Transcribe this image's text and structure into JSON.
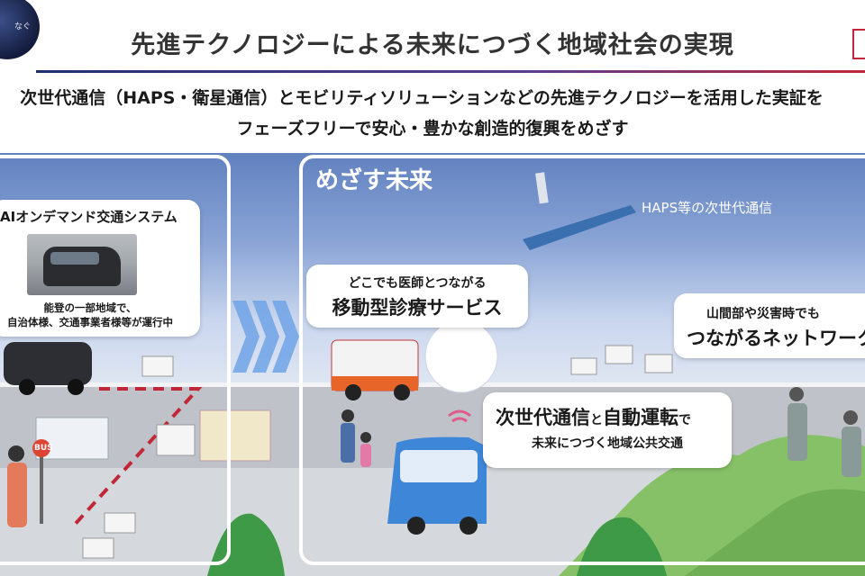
{
  "header": {
    "title": "先進テクノロジーによる未来につづく地域社会の実現",
    "globe_caption": "なぐ",
    "accent_colors": {
      "navy": "#1f2f6e",
      "purple": "#5a3c8a",
      "red": "#c0283a"
    }
  },
  "subtitle": {
    "line1": "次世代通信（HAPS・衛星通信）とモビリティソリューションなどの先進テクノロジーを活用した実証を",
    "line2": "フェーズフリーで安心・豊かな創造的復興をめざす"
  },
  "left_panel": {
    "bubble_title": "AIオンデマンド交通システム",
    "note_line1": "能登の一部地域で、",
    "note_line2": "自治体様、交通事業者様等が運行中",
    "bus_stop_label": "BUS"
  },
  "right_panel": {
    "title": "めざす未来",
    "haps_label": "HAPS等の次世代通信",
    "medical": {
      "line1": "どこでも医師とつながる",
      "line2": "移動型診療サービス"
    },
    "network": {
      "line1": "山間部や災害時でも",
      "line2": "つながるネットワーク"
    },
    "transport": {
      "line1_part1": "次世代通信",
      "line1_part2": "と",
      "line1_part3": "自動運転",
      "line1_part4": "で",
      "line2": "未来につづく地域公共交通"
    }
  },
  "icons": [
    "globe-icon",
    "van-icon",
    "bus-stop-icon",
    "ambulance-icon",
    "doctor-icon",
    "haps-aircraft-icon",
    "autonomous-bus-icon",
    "wifi-icon",
    "hospital-icon",
    "house-icon",
    "tree-icon",
    "person-icon"
  ]
}
